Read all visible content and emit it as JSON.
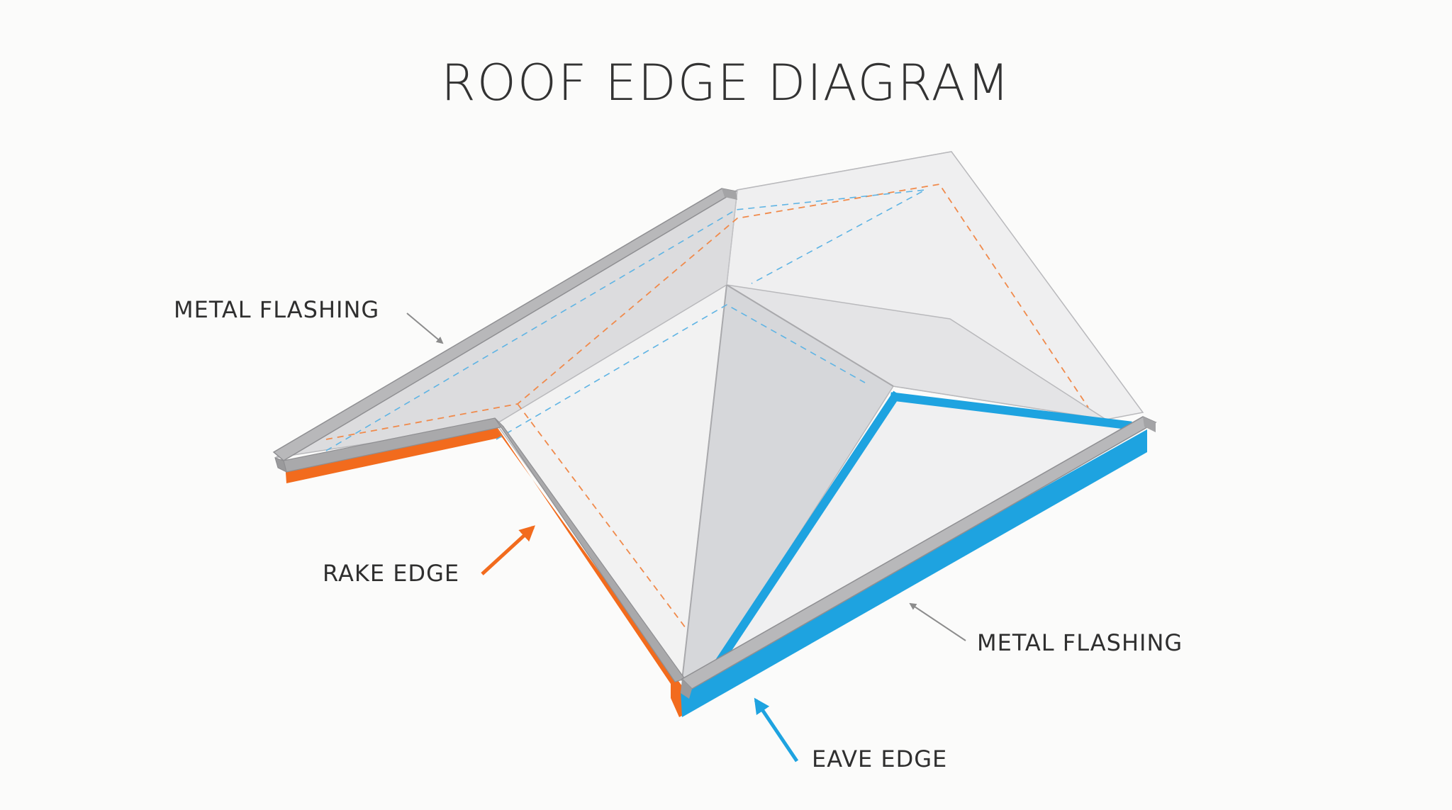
{
  "title": "ROOF EDGE DIAGRAM",
  "labels": {
    "metal_flashing_top": "METAL FLASHING",
    "rake_edge": "RAKE EDGE",
    "metal_flashing_right": "METAL FLASHING",
    "eave_edge": "EAVE EDGE"
  },
  "colors": {
    "background": "#fbfbfa",
    "rake_edge": "#f26b1d",
    "eave_edge": "#1ea3e0",
    "metal_flashing": "#9a9a9c",
    "roof_light": "#efefef",
    "roof_shadow": "#d8d9db",
    "text": "#333333"
  }
}
